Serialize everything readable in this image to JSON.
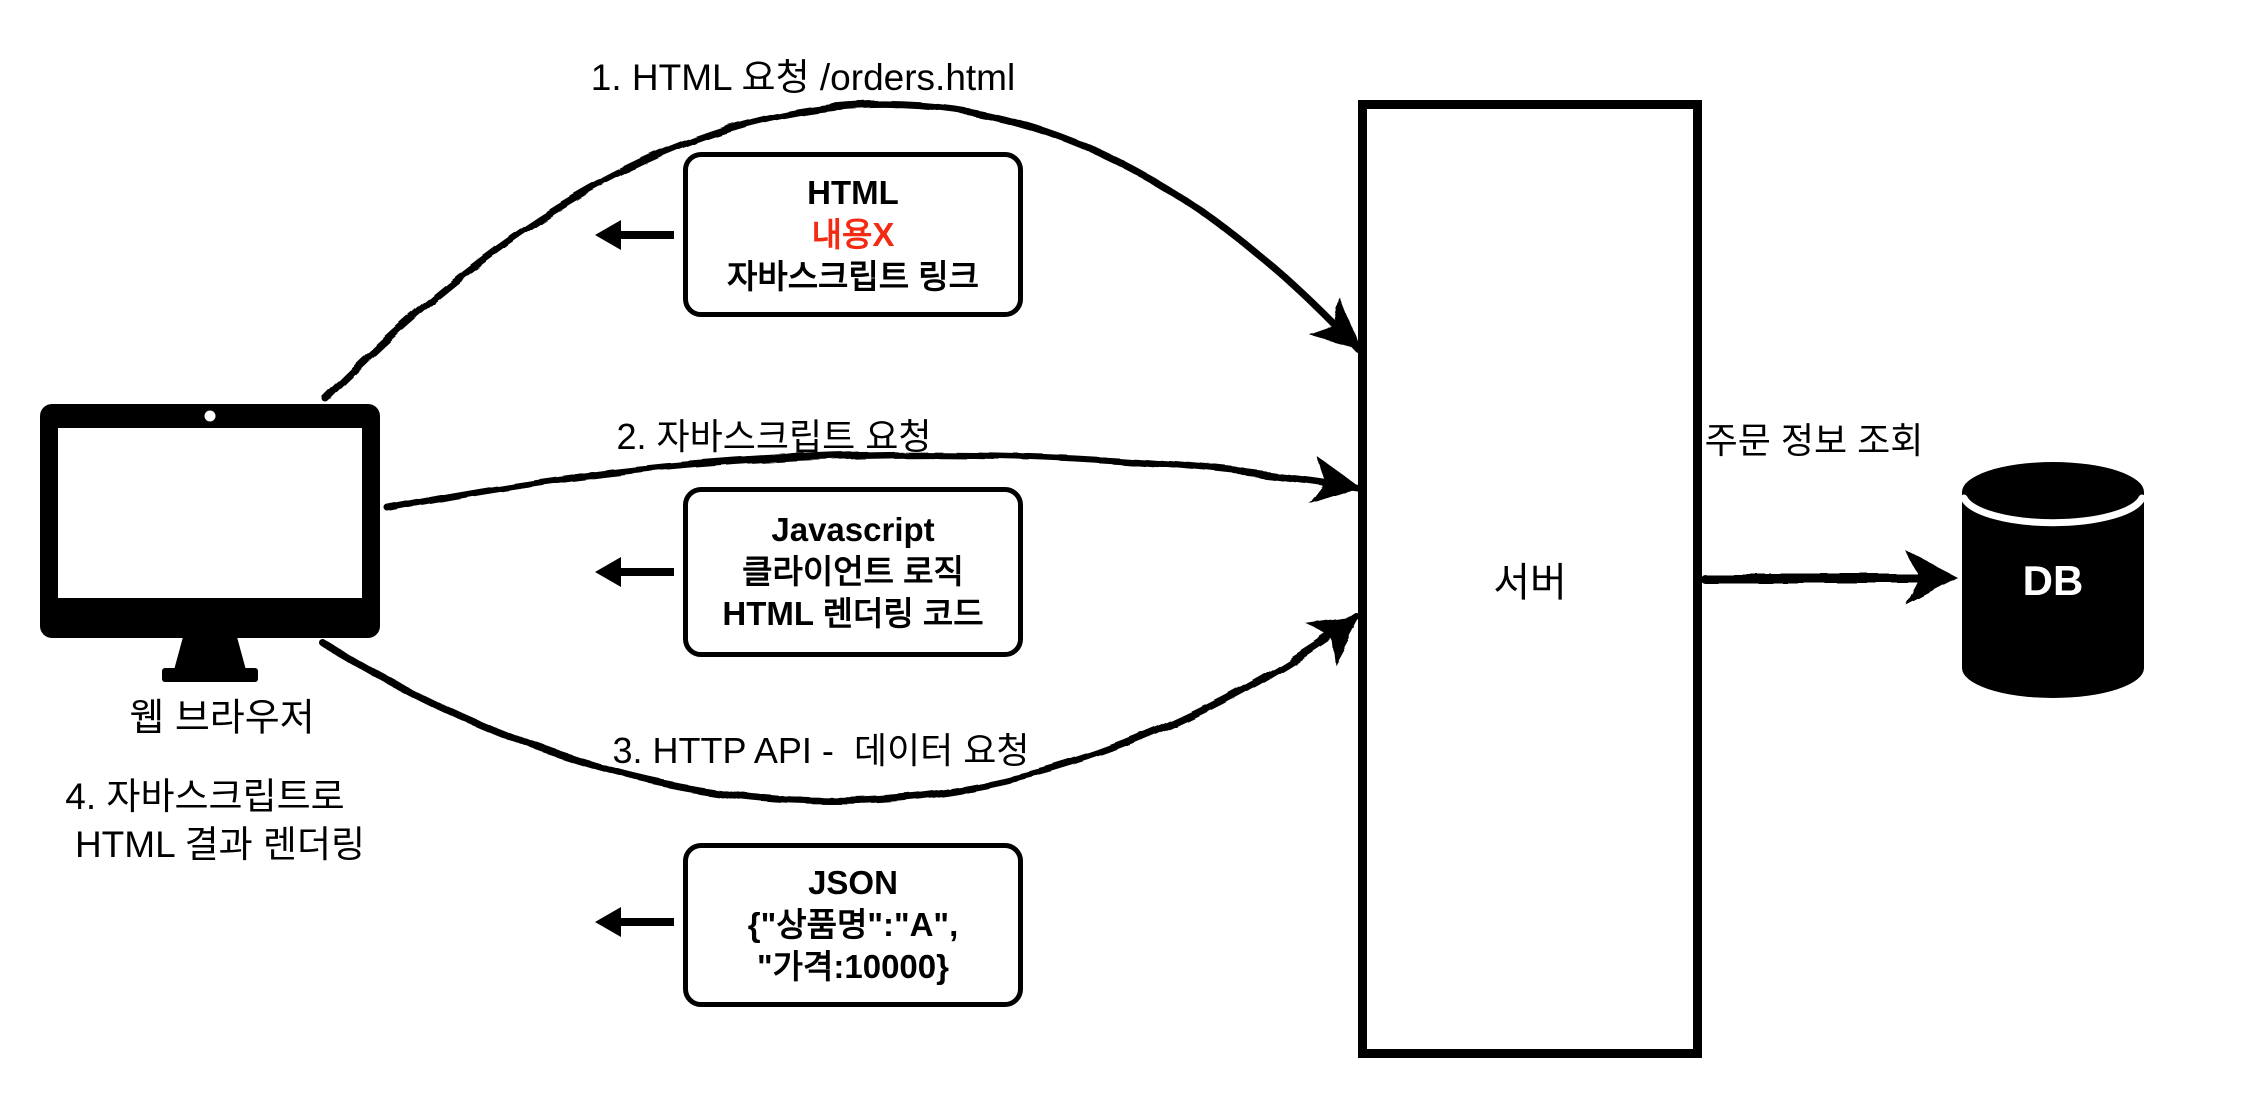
{
  "diagram": {
    "step1_label": "1. HTML 요청 /orders.html",
    "step2_label": "2. 자바스크립트 요청",
    "step3_label": "3. HTTP API -  데이터 요청",
    "step4_line1": "4. 자바스크립트로",
    "step4_line2": "HTML 결과 렌더링",
    "browser_label": "웹 브라우저",
    "server_label": "서버",
    "db_label": "DB",
    "db_query_label": "주문 정보 조회",
    "response_box_1": {
      "line1": "HTML",
      "line2": "내용X",
      "line3": "자바스크립트 링크"
    },
    "response_box_2": {
      "line1": "Javascript",
      "line2": "클라이언트 로직",
      "line3": "HTML 렌더링 코드"
    },
    "response_box_3": {
      "line1": "JSON",
      "line2": "{\"상품명\":\"A\",",
      "line3": "\"가격:10000}"
    }
  },
  "colors": {
    "ink": "#000000",
    "highlight_red": "#f32b13",
    "background": "#ffffff"
  }
}
